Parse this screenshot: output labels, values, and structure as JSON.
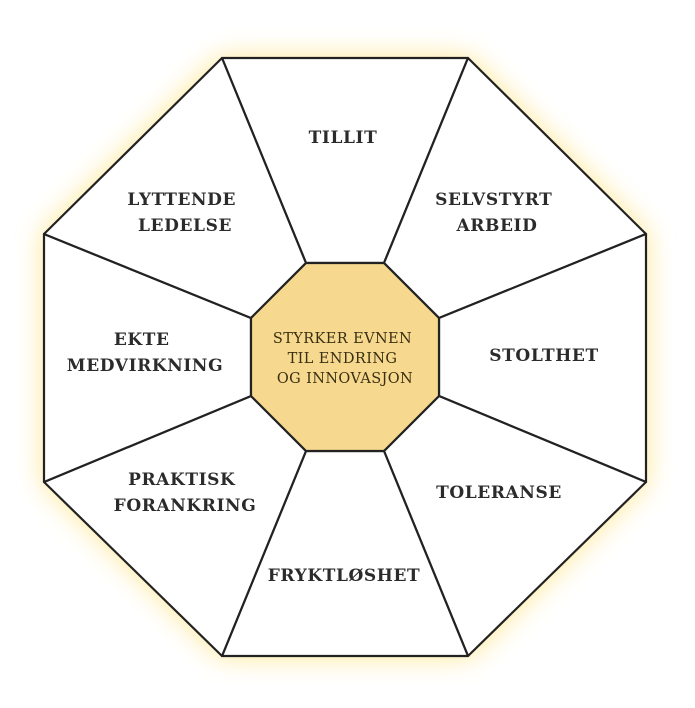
{
  "colors": {
    "outer_fill": "#ffffff",
    "outline": "#222222",
    "center_fill": "#f6d98e",
    "glow": "#ffe27a"
  },
  "center": {
    "lines": [
      "STYRKER EVNEN",
      "TIL ENDRING",
      "OG INNOVASJON"
    ]
  },
  "segments": [
    {
      "id": "tillit",
      "lines": [
        "TILLIT"
      ]
    },
    {
      "id": "selvstyrt-arbeid",
      "lines": [
        "SELVSTYRT",
        "ARBEID"
      ]
    },
    {
      "id": "stolthet",
      "lines": [
        "STOLTHET"
      ]
    },
    {
      "id": "toleranse",
      "lines": [
        "TOLERANSE"
      ]
    },
    {
      "id": "fryktloshet",
      "lines": [
        "FRYKTLØSHET"
      ]
    },
    {
      "id": "praktisk-forankring",
      "lines": [
        "PRAKTISK",
        "FORANKRING"
      ]
    },
    {
      "id": "ekte-medvirkning",
      "lines": [
        "EKTE",
        "MEDVIRKNING"
      ]
    },
    {
      "id": "lyttende-ledelse",
      "lines": [
        "LYTTENDE",
        "LEDELSE"
      ]
    }
  ]
}
